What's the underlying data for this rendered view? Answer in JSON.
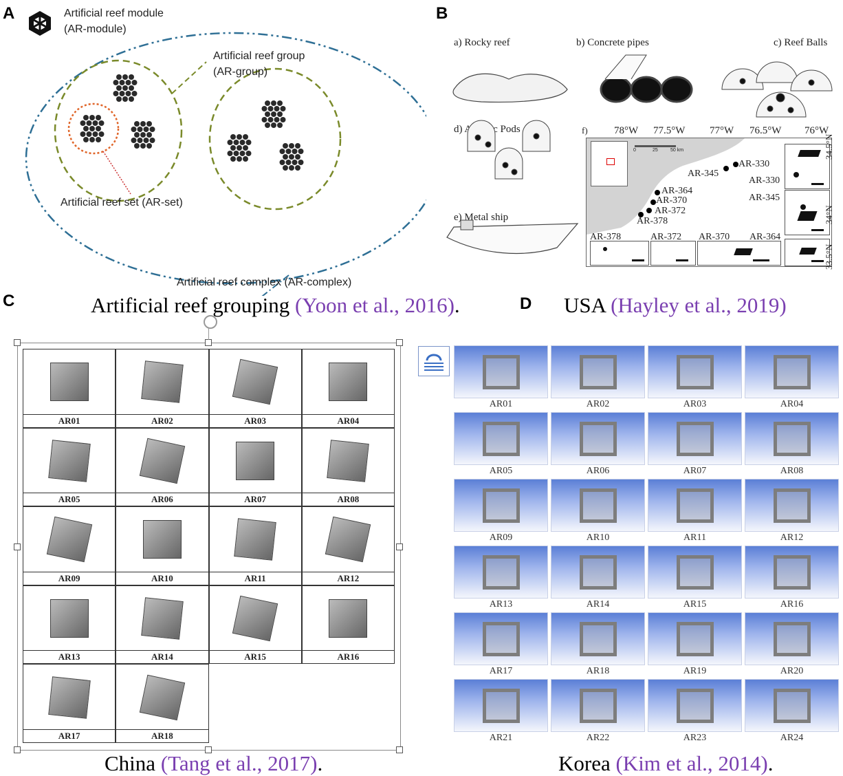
{
  "panel_a": {
    "letter": "A",
    "module_label": "Artificial reef module",
    "module_code": "(AR-module)",
    "group_label": "Artificial reef group",
    "group_code": "(AR-group)",
    "set_label": "Artificial reef set (AR-set)",
    "complex_label": "Artificial reef complex (AR-complex)",
    "caption": "Artificial reef grouping",
    "citation": "(Yoon et al., 2016)",
    "caption_end": "."
  },
  "panel_b": {
    "letter": "B",
    "items": [
      "a) Rocky reef",
      "b) Concrete pipes",
      "c) Reef Balls",
      "d) Atlantic Pods",
      "e) Metal ship"
    ],
    "map": {
      "label": "f)",
      "lon_ticks": [
        "78°W",
        "77.5°W",
        "77°W",
        "76.5°W",
        "76°W"
      ],
      "lat_ticks": [
        "34.5°N",
        "34°N",
        "33.5°N"
      ],
      "scale": [
        "0",
        "25",
        "50 km"
      ],
      "sites": [
        "AR-330",
        "AR-345",
        "AR-364",
        "AR-370",
        "AR-372",
        "AR-378"
      ],
      "inset_labels": [
        "AR-330",
        "AR-345",
        "AR-378",
        "AR-372",
        "AR-370",
        "AR-364"
      ]
    }
  },
  "panel_c": {
    "letter": "C",
    "codes": [
      "AR01",
      "AR02",
      "AR03",
      "AR04",
      "AR05",
      "AR06",
      "AR07",
      "AR08",
      "AR09",
      "AR10",
      "AR11",
      "AR12",
      "AR13",
      "AR14",
      "AR15",
      "AR16",
      "AR17",
      "AR18"
    ],
    "caption": "China",
    "citation": "(Tang et al., 2017)",
    "caption_end": "."
  },
  "panel_d": {
    "letter": "D",
    "caption": "USA",
    "citation": "(Hayley et al., 2019)",
    "caption_end": "",
    "codes": [
      "AR01",
      "AR02",
      "AR03",
      "AR04",
      "AR05",
      "AR06",
      "AR07",
      "AR08",
      "AR09",
      "AR10",
      "AR11",
      "AR12",
      "AR13",
      "AR14",
      "AR15",
      "AR16",
      "AR17",
      "AR18",
      "AR19",
      "AR20",
      "AR21",
      "AR22",
      "AR23",
      "AR24"
    ],
    "korea_caption": "Korea",
    "korea_citation": "(Kim et al., 2014)",
    "korea_caption_end": "."
  },
  "colors": {
    "citation": "#7a3fb0",
    "group_circle": "#7a8a2a",
    "set_circle": "#e0662a",
    "complex_ellipse": "#2e6f95",
    "tile_top": "#5b7fd6"
  }
}
